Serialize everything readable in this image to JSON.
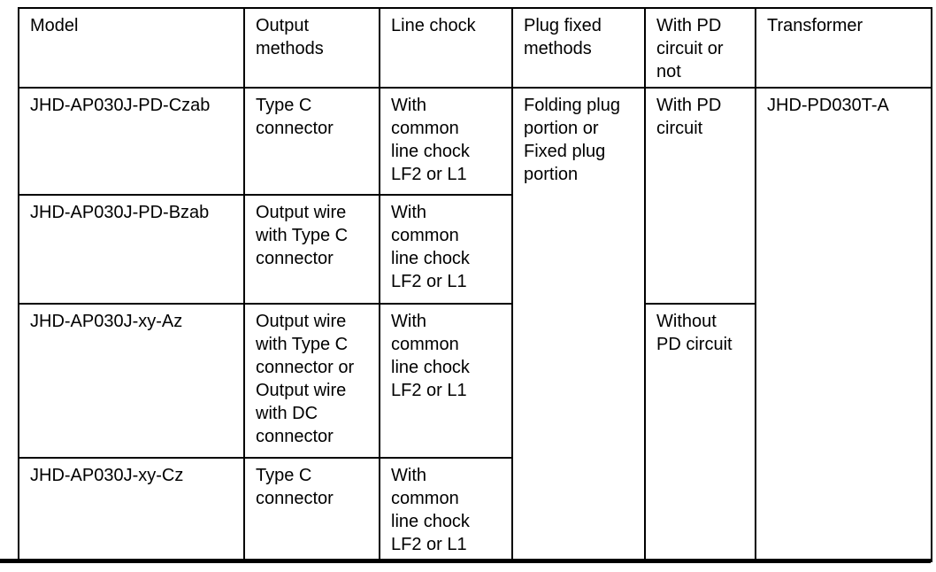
{
  "colors": {
    "background": "#ffffff",
    "border": "#000000",
    "text": "#000000"
  },
  "table": {
    "headers": {
      "model": "Model",
      "output_methods": "Output\nmethods",
      "line_chock": "Line chock",
      "plug_fixed_methods": "Plug fixed\nmethods",
      "pd_circuit": "With PD\ncircuit or\nnot",
      "transformer": "Transformer"
    },
    "rows": [
      {
        "model": "JHD-AP030J-PD-Czab",
        "output": "Type C\nconnector",
        "chock": "With\ncommon\nline chock\nLF2 or L1"
      },
      {
        "model": "JHD-AP030J-PD-Bzab",
        "output": "Output wire\nwith Type C\nconnector",
        "chock": "With\ncommon\nline chock\nLF2 or L1"
      },
      {
        "model": "JHD-AP030J-xy-Az",
        "output": "Output wire\nwith Type C\nconnector or\nOutput wire\nwith DC\nconnector",
        "chock": "With\ncommon\nline chock\nLF2 or L1"
      },
      {
        "model": "JHD-AP030J-xy-Cz",
        "output": "Type C\nconnector",
        "chock": "With\ncommon\nline chock\nLF2 or L1"
      }
    ],
    "spans": {
      "plug_fixed": "Folding plug\nportion or\nFixed plug\nportion",
      "with_pd": "With PD\ncircuit",
      "without_pd": "Without\nPD circuit",
      "transformer_model": "JHD-PD030T-A"
    }
  }
}
